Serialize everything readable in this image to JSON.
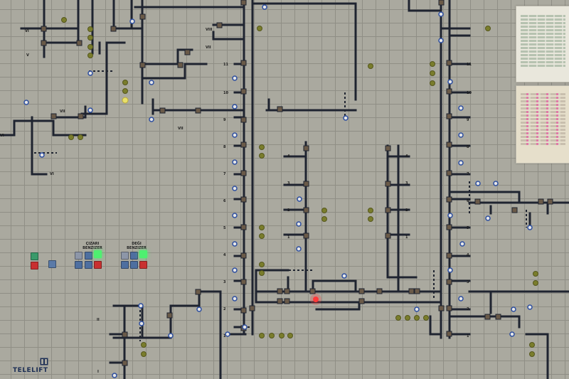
{
  "brand": {
    "name": "TELELIFT"
  },
  "control_groups": [
    {
      "title_line1": "ÇIZARI",
      "title_line2": "BENZIZER"
    },
    {
      "title_line1": "DEĞI",
      "title_line2": "BENZIZER"
    }
  ],
  "track_labels": {
    "left": [
      "VI",
      "V",
      "VII",
      "VI",
      "VI"
    ],
    "top_center": [
      "VII",
      "VIII",
      "VII"
    ],
    "center_column": [
      "11",
      "10",
      "9",
      "8",
      "7",
      "6",
      "5",
      "4",
      "3",
      "2",
      "1"
    ],
    "mid_column": [
      "4",
      "3",
      "2",
      "1"
    ],
    "right_column": [
      "11",
      "10",
      "9",
      "8",
      "7",
      "6",
      "5",
      "4",
      "3",
      "2",
      "1"
    ],
    "bottom_left": [
      "II",
      "I"
    ]
  },
  "colors": {
    "board": "#aaa99f",
    "track": "#1f2430",
    "signal_lamp": "#2c4ea0",
    "indicator_off": "#7a7d2c",
    "indicator_on": "#e8e06a",
    "red_lamp": "#ff3a3a",
    "green_button": "#3ad35a"
  }
}
